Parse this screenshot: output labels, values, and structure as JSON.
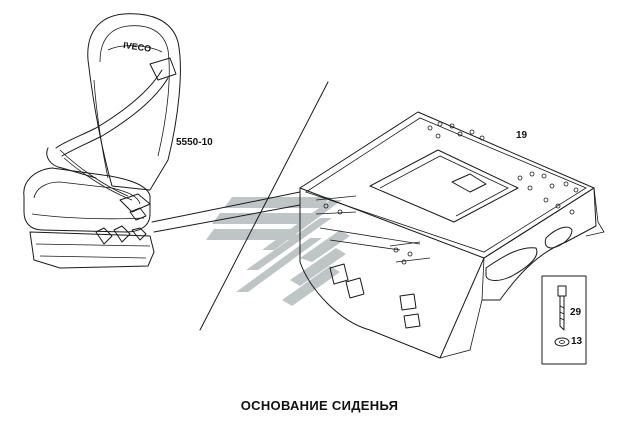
{
  "caption": "ОСНОВАНИЕ СИДЕНЬЯ",
  "seat": {
    "brand": "IVECO",
    "part_number": "5550-10"
  },
  "base": {
    "ref": "19"
  },
  "hardware": {
    "bolt_ref": "29",
    "washer_ref": "13"
  },
  "colors": {
    "line": "#1a1a1a",
    "watermark": "#8a9698"
  }
}
